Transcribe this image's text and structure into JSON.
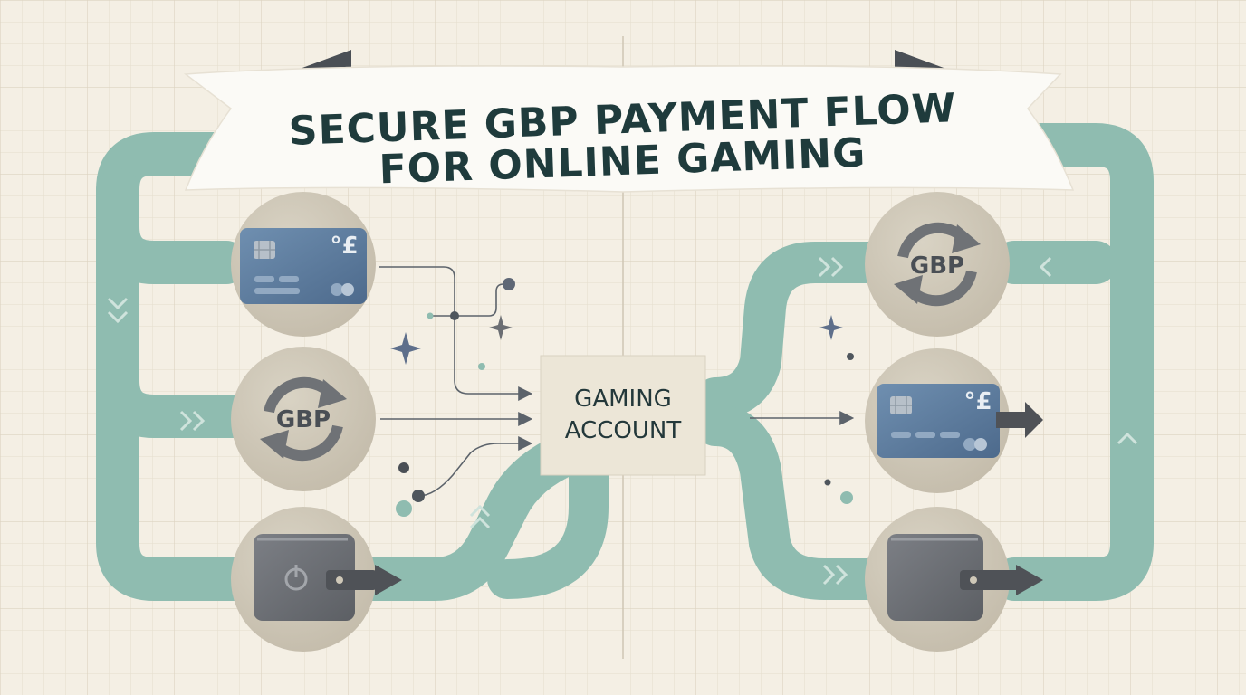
{
  "title": {
    "line1": "SECURE GBP PAYMENT FLOW",
    "line2": "FOR ONLINE GAMING"
  },
  "center": {
    "line1": "GAMING",
    "line2": "ACCOUNT"
  },
  "nodes": {
    "card_currency": "°£",
    "exchange_label": "GBP",
    "right_card_currency": "°£",
    "right_exchange_label": "GBP"
  },
  "colors": {
    "background": "#f4efe4",
    "path": "#8fbcb0",
    "node_circle": "#cfc8b8",
    "card": "#5a7899",
    "wallet": "#6b6e73",
    "center_box": "#ece6d7",
    "title_text": "#1f3b3c"
  },
  "icons": [
    "credit-card-icon",
    "currency-exchange-icon",
    "wallet-icon",
    "arrow-right-icon",
    "sparkle-icon"
  ]
}
